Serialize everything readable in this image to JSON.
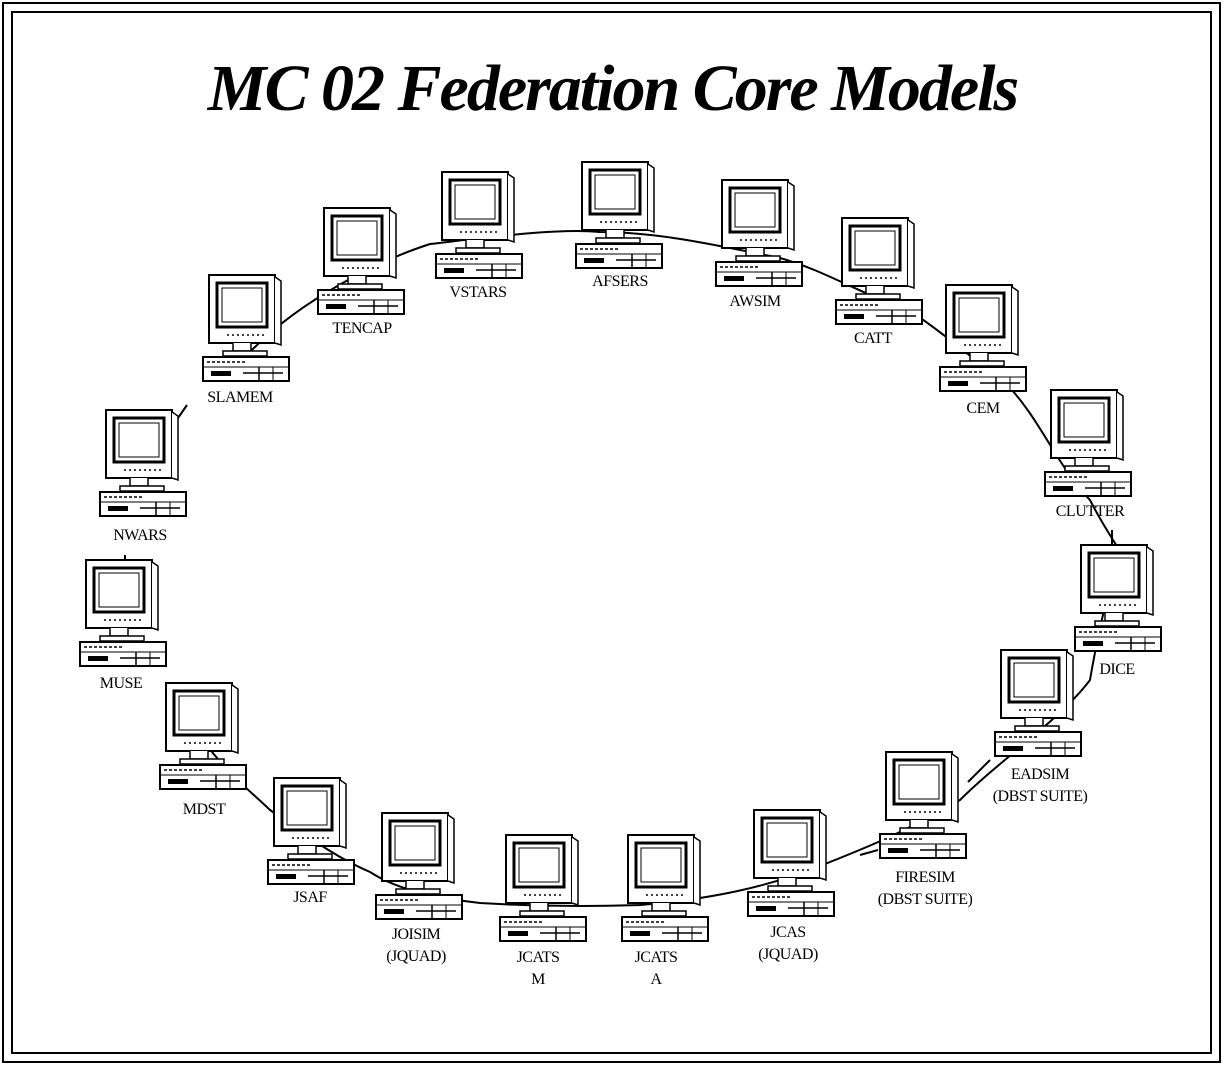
{
  "title": "MC 02 Federation Core Models",
  "nodes": [
    {
      "id": "slamem",
      "label_lines": [
        "SLAMEM"
      ]
    },
    {
      "id": "tencap",
      "label_lines": [
        "TENCAP"
      ]
    },
    {
      "id": "vstars",
      "label_lines": [
        "VSTARS"
      ]
    },
    {
      "id": "afsers",
      "label_lines": [
        "AFSERS"
      ]
    },
    {
      "id": "awsim",
      "label_lines": [
        "AWSIM"
      ]
    },
    {
      "id": "catt",
      "label_lines": [
        "CATT"
      ]
    },
    {
      "id": "cem",
      "label_lines": [
        "CEM"
      ]
    },
    {
      "id": "clutter",
      "label_lines": [
        "CLUTTER"
      ]
    },
    {
      "id": "dice",
      "label_lines": [
        "DICE"
      ]
    },
    {
      "id": "eadsim",
      "label_lines": [
        "EADSIM",
        "(DBST SUITE)"
      ]
    },
    {
      "id": "firesim",
      "label_lines": [
        "FIRESIM",
        "(DBST SUITE)"
      ]
    },
    {
      "id": "jcas",
      "label_lines": [
        "JCAS",
        "(JQUAD)"
      ]
    },
    {
      "id": "jcats-a",
      "label_lines": [
        "JCATS",
        "A"
      ]
    },
    {
      "id": "jcats-m",
      "label_lines": [
        "JCATS",
        "M"
      ]
    },
    {
      "id": "joisim",
      "label_lines": [
        "JOISIM",
        "(JQUAD)"
      ]
    },
    {
      "id": "jsaf",
      "label_lines": [
        "JSAF"
      ]
    },
    {
      "id": "mdst",
      "label_lines": [
        "MDST"
      ]
    },
    {
      "id": "muse",
      "label_lines": [
        "MUSE"
      ]
    },
    {
      "id": "nwars",
      "label_lines": [
        "NWARS"
      ]
    }
  ]
}
